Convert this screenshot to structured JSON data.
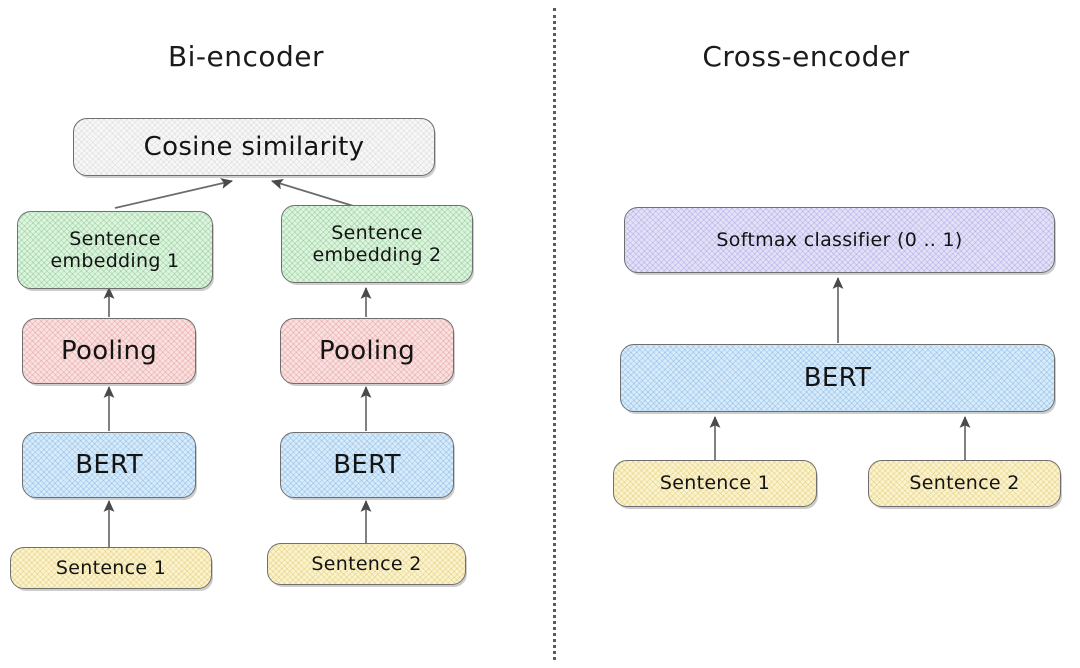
{
  "figure": {
    "title_left": "Bi-encoder",
    "title_right": "Cross-encoder",
    "divider": "vertical-dotted-line"
  },
  "colors": {
    "neutral": "#f7f7f7",
    "green": "#ddf5de",
    "pink": "#fbe0e0",
    "blue": "#d7ebfa",
    "yellow": "#fbf3ce",
    "purple": "#e3e1f7",
    "stroke": "#6f6f6f",
    "text": "#141414"
  },
  "bi_encoder": {
    "title": "Bi-encoder",
    "nodes": {
      "cosine_similarity": "Cosine similarity",
      "sentence_embedding_1": "Sentence\nembedding 1",
      "sentence_embedding_2": "Sentence\nembedding 2",
      "pooling_1": "Pooling",
      "pooling_2": "Pooling",
      "bert_1": "BERT",
      "bert_2": "BERT",
      "sentence_1": "Sentence 1",
      "sentence_2": "Sentence 2"
    },
    "edges": [
      {
        "from": "sentence_1",
        "to": "bert_1"
      },
      {
        "from": "bert_1",
        "to": "pooling_1"
      },
      {
        "from": "pooling_1",
        "to": "sentence_embedding_1"
      },
      {
        "from": "sentence_embedding_1",
        "to": "cosine_similarity"
      },
      {
        "from": "sentence_2",
        "to": "bert_2"
      },
      {
        "from": "bert_2",
        "to": "pooling_2"
      },
      {
        "from": "pooling_2",
        "to": "sentence_embedding_2"
      },
      {
        "from": "sentence_embedding_2",
        "to": "cosine_similarity"
      }
    ]
  },
  "cross_encoder": {
    "title": "Cross-encoder",
    "nodes": {
      "softmax_classifier": "Softmax classifier (0 .. 1)",
      "bert": "BERT",
      "sentence_1": "Sentence 1",
      "sentence_2": "Sentence 2"
    },
    "edges": [
      {
        "from": "sentence_1",
        "to": "bert"
      },
      {
        "from": "sentence_2",
        "to": "bert"
      },
      {
        "from": "bert",
        "to": "softmax_classifier"
      }
    ]
  }
}
